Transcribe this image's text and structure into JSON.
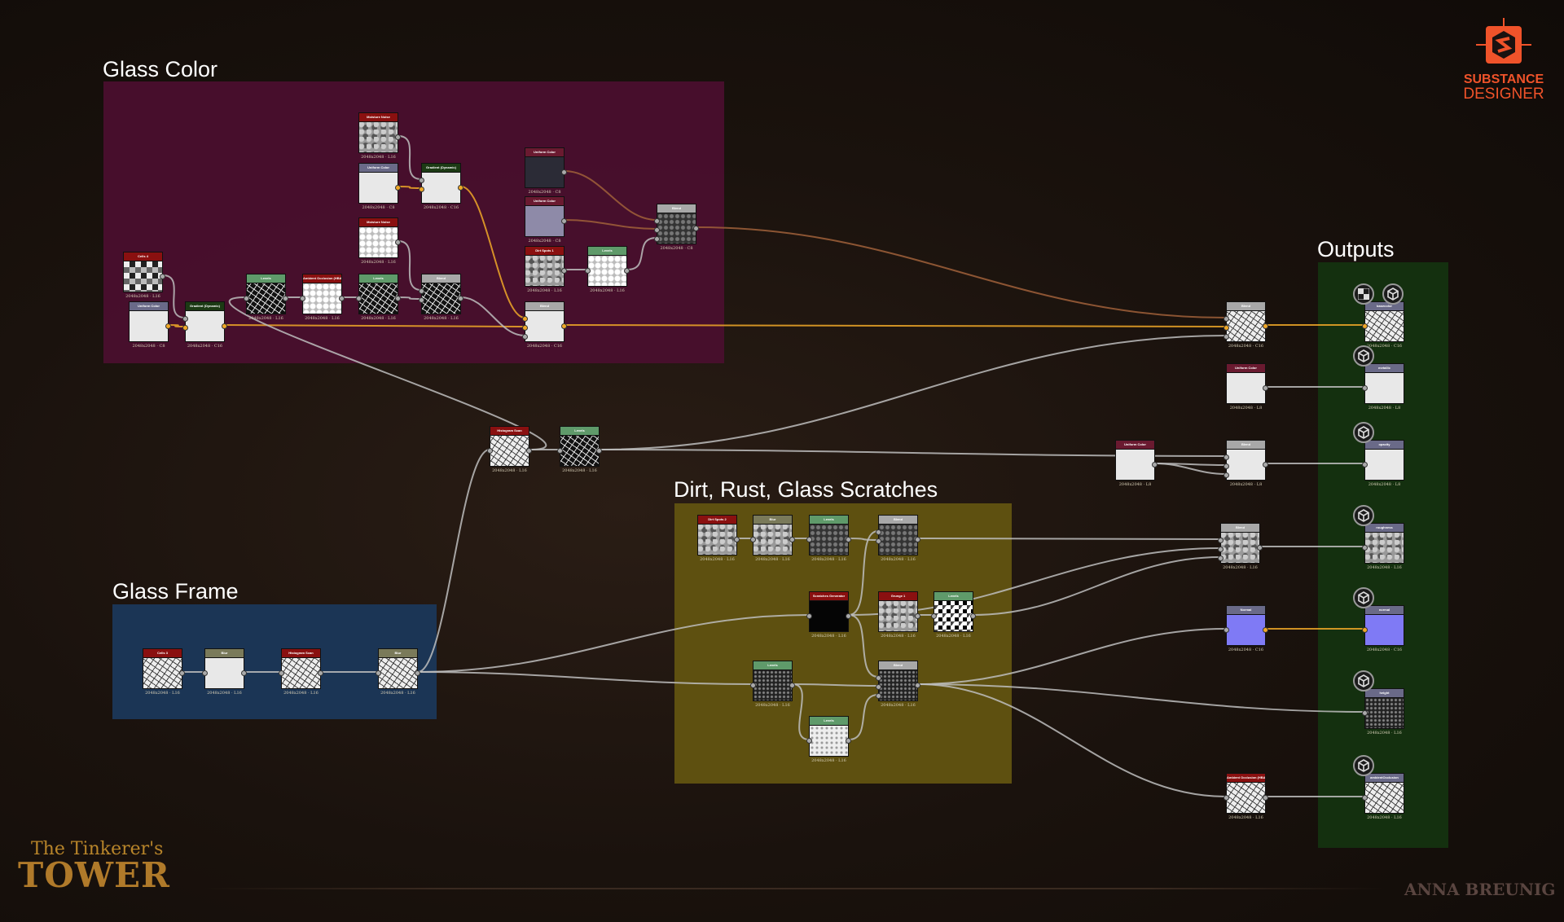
{
  "frames": [
    {
      "label": "Glass Color",
      "color": "#4a0f2e"
    },
    {
      "label": "Glass Frame",
      "color": "#1b3555"
    },
    {
      "label": "Dirt, Rust, Glass Scratches",
      "color": "#5e5010"
    },
    {
      "label": "Outputs",
      "color": "#14300f"
    }
  ],
  "colors": {
    "wire": "#bdbdbd",
    "wire_color": "#f0a828",
    "wire_brown": "#a0603a",
    "red": "#8a1010",
    "green": "#5f9a6a",
    "gray": "#a8a8a8",
    "darkgreen": "#1c3a14",
    "maroon": "#6a1a30",
    "lavender": "#6a6a88",
    "olive": "#7a7a5a"
  },
  "nodes": [
    {
      "title": "Moisture Noise",
      "caption": "2048x2048 · L16",
      "hdr": "red",
      "pv": "noise"
    },
    {
      "title": "Uniform Color",
      "caption": "2048x2048 · C8",
      "hdr": "lavender",
      "pv": "white"
    },
    {
      "title": "Gradient (Dynamic)",
      "caption": "2048x2048 · C16",
      "hdr": "darkgreen",
      "pv": "white"
    },
    {
      "title": "Moisture Noise",
      "caption": "2048x2048 · L16",
      "hdr": "red",
      "pv": "lightnoise"
    },
    {
      "title": "Cells 4",
      "caption": "2048x2048 · L16",
      "hdr": "red",
      "pv": "cells4"
    },
    {
      "title": "Uniform Color",
      "caption": "2048x2048 · C8",
      "hdr": "lavender",
      "pv": "white"
    },
    {
      "title": "Gradient (Dynamic)",
      "caption": "2048x2048 · C16",
      "hdr": "darkgreen",
      "pv": "white"
    },
    {
      "title": "Levels",
      "caption": "2048x2048 · L16",
      "hdr": "green",
      "pv": "cellsdark"
    },
    {
      "title": "Ambient Occlusion (HBAO)",
      "caption": "2048x2048 · L16",
      "hdr": "red",
      "pv": "lightnoise"
    },
    {
      "title": "Levels",
      "caption": "2048x2048 · L16",
      "hdr": "green",
      "pv": "cellsdark"
    },
    {
      "title": "Blend",
      "caption": "2048x2048 · L16",
      "hdr": "gray",
      "pv": "cellsdark"
    },
    {
      "title": "Uniform Color",
      "caption": "2048x2048 · C8",
      "hdr": "maroon",
      "pv": "charcoal"
    },
    {
      "title": "Uniform Color",
      "caption": "2048x2048 · C8",
      "hdr": "maroon",
      "pv": "lavender"
    },
    {
      "title": "Dirt Spots 1",
      "caption": "2048x2048 · L16",
      "hdr": "red",
      "pv": "noise"
    },
    {
      "title": "Levels",
      "caption": "2048x2048 · L16",
      "hdr": "green",
      "pv": "lightnoise"
    },
    {
      "title": "Blend",
      "caption": "2048x2048 · C8",
      "hdr": "gray",
      "pv": "darknoise"
    },
    {
      "title": "Blend",
      "caption": "2048x2048 · C16",
      "hdr": "gray",
      "pv": "white"
    },
    {
      "title": "Histogram Scan",
      "caption": "2048x2048 · L16",
      "hdr": "red",
      "pv": "cellslight"
    },
    {
      "title": "Levels",
      "caption": "2048x2048 · L16",
      "hdr": "green",
      "pv": "cellsdark"
    },
    {
      "title": "Blend",
      "caption": "2048x2048 · C16",
      "hdr": "gray",
      "pv": "cellslight"
    },
    {
      "title": "Uniform Color",
      "caption": "2048x2048 · L8",
      "hdr": "maroon",
      "pv": "white"
    },
    {
      "title": "Uniform Color",
      "caption": "2048x2048 · L8",
      "hdr": "maroon",
      "pv": "white"
    },
    {
      "title": "Blend",
      "caption": "2048x2048 · L8",
      "hdr": "gray",
      "pv": "white"
    },
    {
      "title": "Blend",
      "caption": "2048x2048 · L16",
      "hdr": "gray",
      "pv": "noise"
    },
    {
      "title": "Normal",
      "caption": "2048x2048 · C16",
      "hdr": "lavender",
      "pv": "blue"
    },
    {
      "title": "Ambient Occlusion (HBAO)",
      "caption": "2048x2048 · L16",
      "hdr": "red",
      "pv": "cellslight"
    },
    {
      "title": "basecolor",
      "caption": "2048x2048 · C16",
      "hdr": "lavender",
      "pv": "cellslight",
      "icons": [
        "checker-icon",
        "cube-icon"
      ]
    },
    {
      "title": "metallic",
      "caption": "2048x2048 · L8",
      "hdr": "lavender",
      "pv": "white",
      "icons": [
        "cube-icon"
      ]
    },
    {
      "title": "opacity",
      "caption": "2048x2048 · L8",
      "hdr": "lavender",
      "pv": "white",
      "icons": [
        "cube-icon"
      ]
    },
    {
      "title": "roughness",
      "caption": "2048x2048 · L16",
      "hdr": "lavender",
      "pv": "noise",
      "icons": [
        "cube-icon"
      ]
    },
    {
      "title": "normal",
      "caption": "2048x2048 · C16",
      "hdr": "lavender",
      "pv": "blue",
      "icons": [
        "cube-icon"
      ]
    },
    {
      "title": "height",
      "caption": "2048x2048 · L16",
      "hdr": "lavender",
      "pv": "stipple",
      "icons": [
        "cube-icon"
      ]
    },
    {
      "title": "ambientOcclusion",
      "caption": "2048x2048 · L16",
      "hdr": "lavender",
      "pv": "cellslight",
      "icons": [
        "cube-icon"
      ]
    },
    {
      "title": "Cells 3",
      "caption": "2048x2048 · L16",
      "hdr": "red",
      "pv": "cellslight"
    },
    {
      "title": "Blur",
      "caption": "2048x2048 · L16",
      "hdr": "olive",
      "pv": "white"
    },
    {
      "title": "Histogram Scan",
      "caption": "2048x2048 · L16",
      "hdr": "red",
      "pv": "cellslight"
    },
    {
      "title": "Blur",
      "caption": "2048x2048 · L16",
      "hdr": "olive",
      "pv": "cellslight"
    },
    {
      "title": "Dirt Spots 2",
      "caption": "2048x2048 · L16",
      "hdr": "red",
      "pv": "noise"
    },
    {
      "title": "Blur",
      "caption": "2048x2048 · L16",
      "hdr": "olive",
      "pv": "noise"
    },
    {
      "title": "Levels",
      "caption": "2048x2048 · L16",
      "hdr": "green",
      "pv": "darknoise"
    },
    {
      "title": "Blend",
      "caption": "2048x2048 · L16",
      "hdr": "gray",
      "pv": "darknoise"
    },
    {
      "title": "Scratches Generator",
      "caption": "2048x2048 · L16",
      "hdr": "red",
      "pv": "black"
    },
    {
      "title": "Grunge 1",
      "caption": "2048x2048 · L16",
      "hdr": "red",
      "pv": "noise"
    },
    {
      "title": "Levels",
      "caption": "2048x2048 · L16",
      "hdr": "green",
      "pv": "bw"
    },
    {
      "title": "Levels",
      "caption": "2048x2048 · L16",
      "hdr": "green",
      "pv": "stipple"
    },
    {
      "title": "Blend",
      "caption": "2048x2048 · L16",
      "hdr": "gray",
      "pv": "stipple"
    },
    {
      "title": "Levels",
      "caption": "2048x2048 · L16",
      "hdr": "green",
      "pv": "stipplelight"
    }
  ],
  "logo": {
    "line1": "SUBSTANCE",
    "line2": "DESIGNER"
  },
  "branding": {
    "line1": "The Tinkerer's",
    "line2": "TOWER"
  },
  "author": "ANNA BREUNIG"
}
